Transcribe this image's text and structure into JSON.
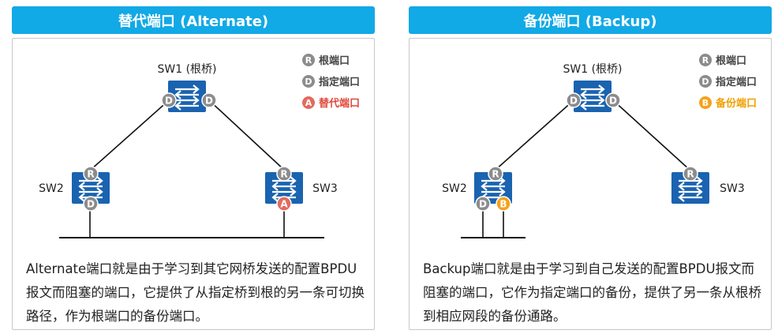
{
  "panels": [
    {
      "title": "替代端口 (Alternate)",
      "sw1_label": "SW1 (根桥)",
      "sw2_label": "SW2",
      "sw3_label": "SW3",
      "legend": [
        {
          "badge": "R",
          "label": "根端口",
          "color": "#8c8c8c"
        },
        {
          "badge": "D",
          "label": "指定端口",
          "color": "#8c8c8c"
        },
        {
          "badge": "A",
          "label": "替代端口",
          "color": "#e26b5e"
        }
      ],
      "ports": {
        "sw1_left": "D",
        "sw1_right": "D",
        "sw2_top": "R",
        "sw2_bottom": "D",
        "sw3_top": "R",
        "sw3_bottom": "A"
      },
      "description": "Alternate端口就是由于学习到其它网桥发送的配置BPDU报文而阻塞的端口，它提供了从指定桥到根的另一条可切换路径，作为根端口的备份端口。"
    },
    {
      "title": "备份端口 (Backup)",
      "sw1_label": "SW1 (根桥)",
      "sw2_label": "SW2",
      "sw3_label": "SW3",
      "legend": [
        {
          "badge": "R",
          "label": "根端口",
          "color": "#8c8c8c"
        },
        {
          "badge": "D",
          "label": "指定端口",
          "color": "#8c8c8c"
        },
        {
          "badge": "B",
          "label": "备份端口",
          "color": "#f5a21c"
        }
      ],
      "ports": {
        "sw1_left": "D",
        "sw1_right": "D",
        "sw2_top": "R",
        "sw2_bottom_left": "D",
        "sw2_bottom_right": "B",
        "sw3_top": "R"
      },
      "description": "Backup端口就是由于学习到自己发送的配置BPDU报文而阻塞的端口，它作为指定端口的备份，提供了另一条从根桥到相应网段的备份通路。"
    }
  ],
  "colors": {
    "header_bg": "#11a9e6",
    "switch_blue": "#1a63b0",
    "port_grey": "#8c8c8c",
    "alternate_red": "#e26b5e",
    "backup_orange": "#f5a21c",
    "alternate_legend_text": "#e0473a",
    "backup_legend_text": "#f0a000"
  },
  "icons": [
    "switch-icon"
  ]
}
